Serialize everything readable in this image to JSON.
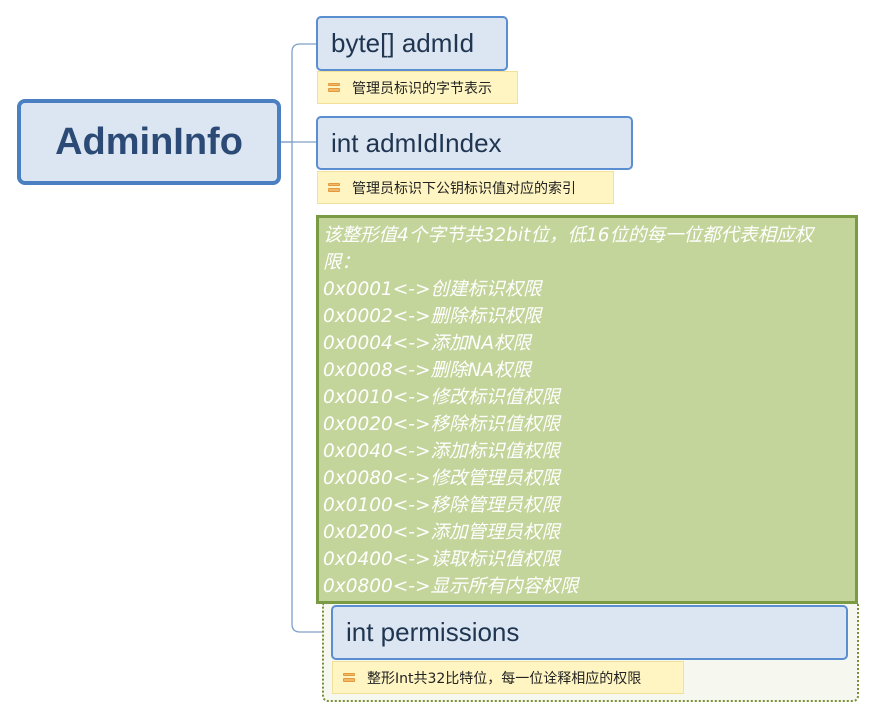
{
  "root": {
    "label": "AdminInfo"
  },
  "topics": [
    {
      "label": "byte[] admId",
      "note": "管理员标识的字节表示"
    },
    {
      "label": "int admIdIndex",
      "note": "管理员标识下公钥标识值对应的索引"
    },
    {
      "label": "int permissions",
      "note": "整形Int共32比特位，每一位诠释相应的权限"
    }
  ],
  "description": {
    "lines": [
      "该整形值4个字节共32bit位，低16位的每一位都代表相应权",
      "限：",
      "0x0001<->创建标识权限",
      "0x0002<->删除标识权限",
      "0x0004<->添加NA权限",
      "0x0008<->删除NA权限",
      "0x0010<->修改标识值权限",
      "0x0020<->移除标识值权限",
      "0x0040<->添加标识值权限",
      "0x0080<->修改管理员权限",
      "0x0100<->移除管理员权限",
      "0x0200<->添加管理员权限",
      "0x0400<->读取标识值权限",
      "0x0800<->显示所有内容权限"
    ]
  },
  "colors": {
    "root_border": "#4a7fc1",
    "topic_fill": "#dce6f2",
    "note_fill": "#fff5c3",
    "description_fill": "#c4d59b",
    "description_border": "#7a9a44",
    "connector": "#7fa0c8"
  },
  "icons": {
    "note": "note-icon"
  }
}
